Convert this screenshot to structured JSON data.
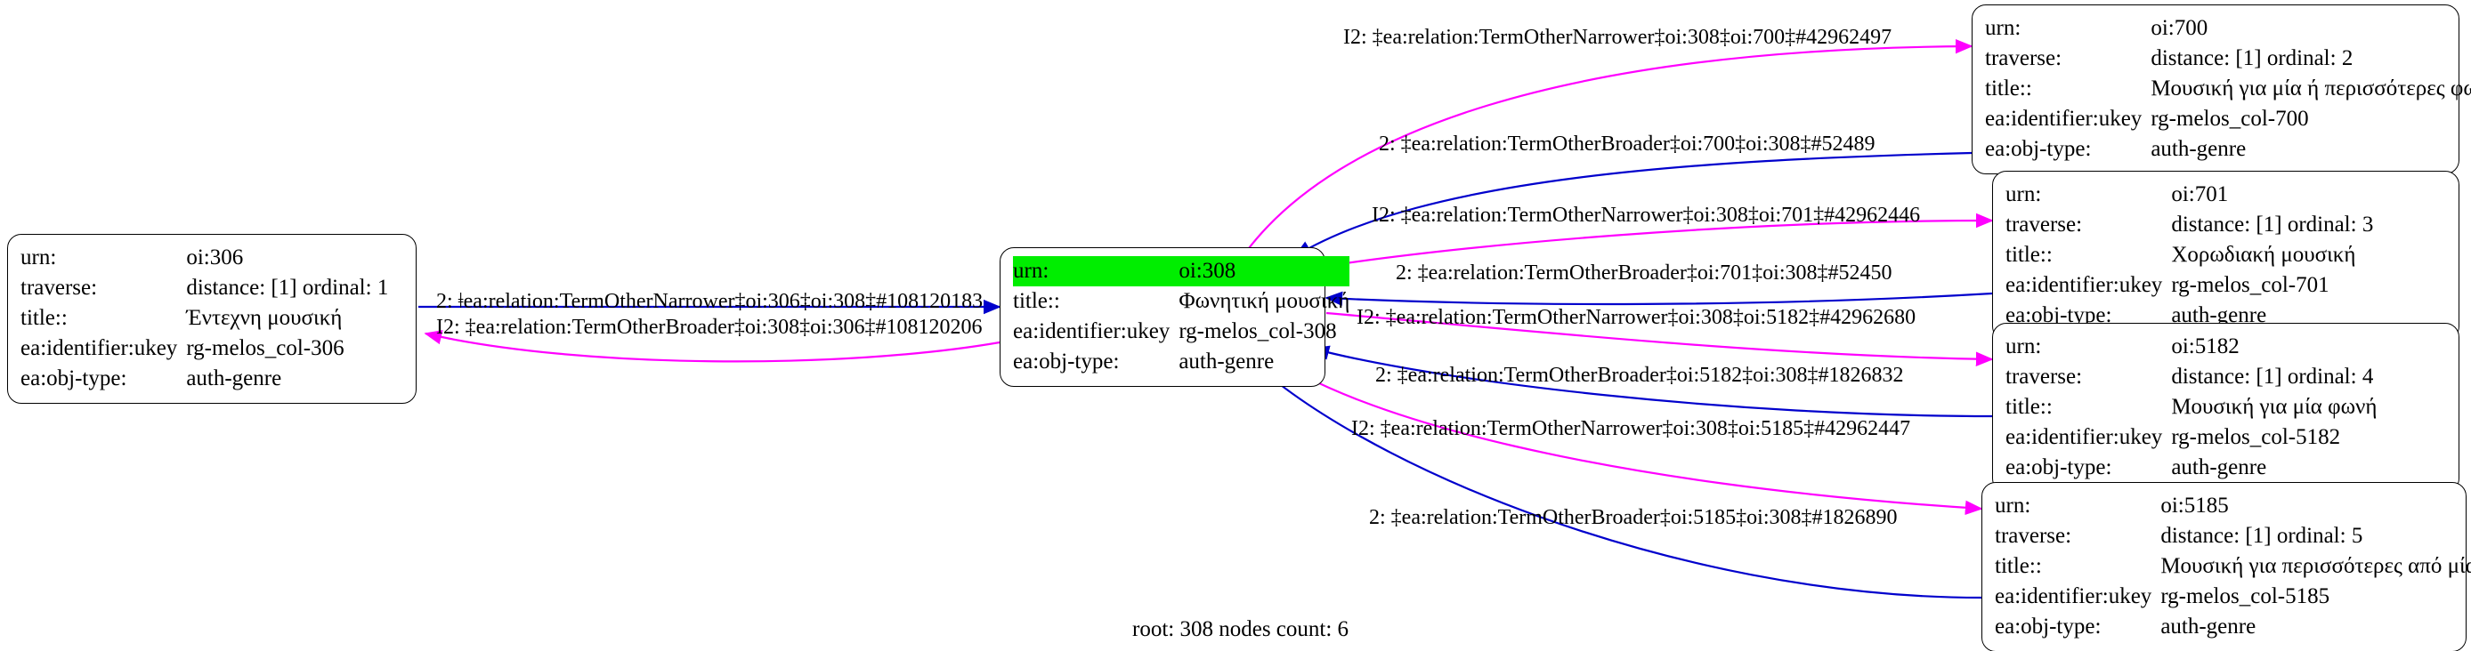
{
  "graph": {
    "caption": "root: 308 nodes count: 6",
    "colors": {
      "narrower_edge": "#ff00ff",
      "broader_edge": "#0000cc",
      "highlight": "#00ee00",
      "node_border": "#000000",
      "background": "#ffffff"
    },
    "field_labels": {
      "urn": "urn:",
      "traverse": "traverse:",
      "title": "title::",
      "ukey": "ea:identifier:ukey",
      "objtype": "ea:obj-type:"
    },
    "nodes": [
      {
        "id": "oi306",
        "urn": "oi:306",
        "traverse": "distance: [1]     ordinal: 1",
        "title": "Έντεχνη μουσική",
        "ukey": "rg-melos_col-306",
        "objtype": "auth-genre",
        "highlighted": false,
        "has_traverse": true
      },
      {
        "id": "oi308",
        "urn": "oi:308",
        "traverse": "",
        "title": "Φωνητική μουσική",
        "ukey": "rg-melos_col-308",
        "objtype": "auth-genre",
        "highlighted": true,
        "has_traverse": false
      },
      {
        "id": "oi700",
        "urn": "oi:700",
        "traverse": "distance: [1]     ordinal: 2",
        "title": "Μουσική για μία ή περισσότερες φωνές",
        "ukey": "rg-melos_col-700",
        "objtype": "auth-genre",
        "highlighted": false,
        "has_traverse": true
      },
      {
        "id": "oi701",
        "urn": "oi:701",
        "traverse": "distance: [1]     ordinal: 3",
        "title": "Χορωδιακή μουσική",
        "ukey": "rg-melos_col-701",
        "objtype": "auth-genre",
        "highlighted": false,
        "has_traverse": true
      },
      {
        "id": "oi5182",
        "urn": "oi:5182",
        "traverse": "distance: [1]     ordinal: 4",
        "title": "Μουσική για μία φωνή",
        "ukey": "rg-melos_col-5182",
        "objtype": "auth-genre",
        "highlighted": false,
        "has_traverse": true
      },
      {
        "id": "oi5185",
        "urn": "oi:5185",
        "traverse": "distance: [1]     ordinal: 5",
        "title": "Μουσική για περισσότερες από μία φωνές",
        "ukey": "rg-melos_col-5185",
        "objtype": "auth-genre",
        "highlighted": false,
        "has_traverse": true
      }
    ],
    "edges": [
      {
        "id": "e-306-308-narrower",
        "label": "2: ǂea:relation:TermOtherNarrower‡oi:306‡oi:308‡#108120183",
        "color": "#0000cc",
        "from": "oi306",
        "to": "oi308"
      },
      {
        "id": "e-308-306-broader",
        "label": "I2: ‡ea:relation:TermOtherBroader‡oi:308‡oi:306‡#108120206",
        "color": "#ff00ff",
        "from": "oi308",
        "to": "oi306"
      },
      {
        "id": "e-308-700-narrower",
        "label": "I2: ‡ea:relation:TermOtherNarrower‡oi:308‡oi:700‡#42962497",
        "color": "#ff00ff",
        "from": "oi308",
        "to": "oi700"
      },
      {
        "id": "e-700-308-broader",
        "label": "2: ‡ea:relation:TermOtherBroader‡oi:700‡oi:308‡#52489",
        "color": "#0000cc",
        "from": "oi700",
        "to": "oi308"
      },
      {
        "id": "e-308-701-narrower",
        "label": "I2: ‡ea:relation:TermOtherNarrower‡oi:308‡oi:701‡#42962446",
        "color": "#ff00ff",
        "from": "oi308",
        "to": "oi701"
      },
      {
        "id": "e-701-308-broader",
        "label": "2: ‡ea:relation:TermOtherBroader‡oi:701‡oi:308‡#52450",
        "color": "#0000cc",
        "from": "oi701",
        "to": "oi308"
      },
      {
        "id": "e-308-5182-narrower",
        "label": "I2: ‡ea:relation:TermOtherNarrower‡oi:308‡oi:5182‡#42962680",
        "color": "#ff00ff",
        "from": "oi308",
        "to": "oi5182"
      },
      {
        "id": "e-5182-308-broader",
        "label": "2: ‡ea:relation:TermOtherBroader‡oi:5182‡oi:308‡#1826832",
        "color": "#0000cc",
        "from": "oi5182",
        "to": "oi308"
      },
      {
        "id": "e-308-5185-narrower",
        "label": "I2: ‡ea:relation:TermOtherNarrower‡oi:308‡oi:5185‡#42962447",
        "color": "#ff00ff",
        "from": "oi308",
        "to": "oi5185"
      },
      {
        "id": "e-5185-308-broader",
        "label": "2: ‡ea:relation:TermOtherBroader‡oi:5185‡oi:308‡#1826890",
        "color": "#0000cc",
        "from": "oi5185",
        "to": "oi308"
      }
    ]
  }
}
